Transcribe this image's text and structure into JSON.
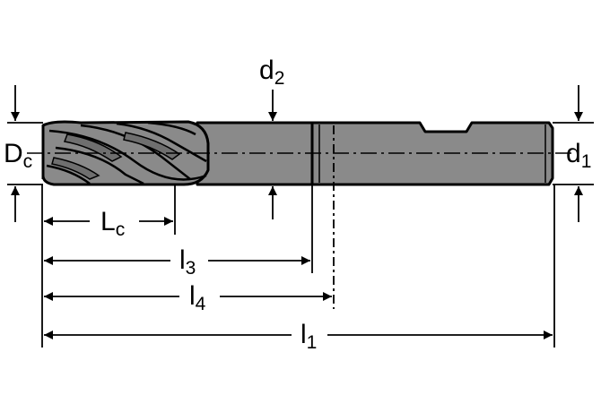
{
  "dimensions": {
    "Dc": {
      "main": "D",
      "sub": "c"
    },
    "d2": {
      "main": "d",
      "sub": "2"
    },
    "d1": {
      "main": "d",
      "sub": "1"
    },
    "Lc": {
      "main": "L",
      "sub": "c"
    },
    "l3": {
      "main": "l",
      "sub": "3"
    },
    "l4": {
      "main": "l",
      "sub": "4"
    },
    "l1": {
      "main": "l",
      "sub": "1"
    }
  },
  "colors": {
    "tool_fill": "#8a8a8a",
    "tool_dark": "#6f6f6f",
    "outline": "#000000",
    "background": "#ffffff"
  }
}
